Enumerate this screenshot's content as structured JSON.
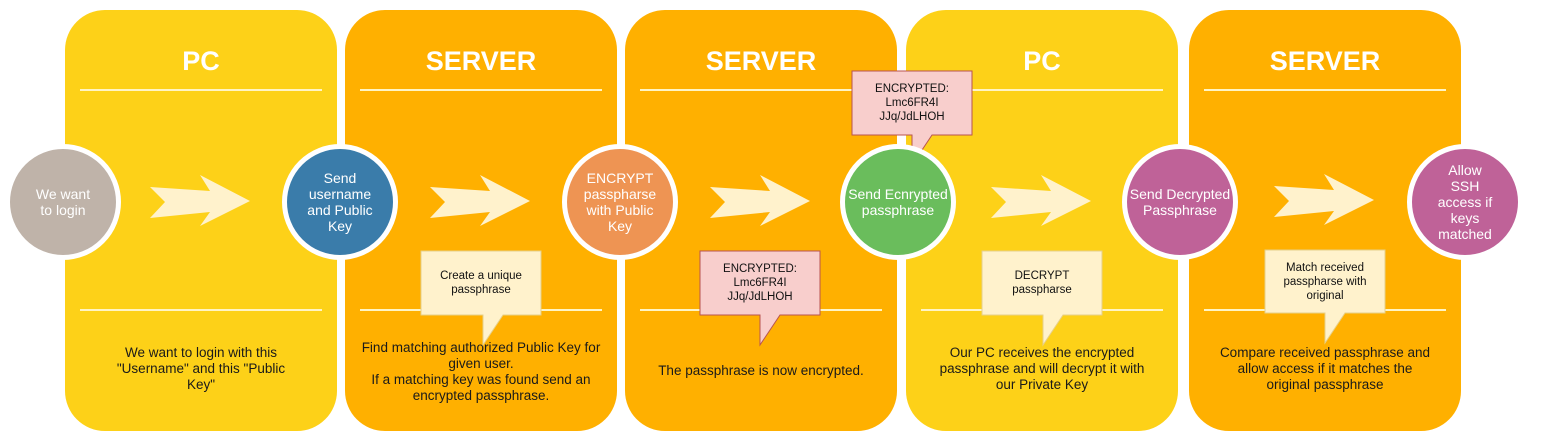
{
  "colors": {
    "pc_panel": "#FDD118",
    "server_panel": "#FFB000",
    "callout_note": "#FFF2CC",
    "callout_encrypted": "#F8CECC",
    "arrow": "#FFF2CC"
  },
  "panels": [
    {
      "title": "PC",
      "description": "We want to login with this \"Username\" and this \"Public Key\""
    },
    {
      "title": "SERVER",
      "description": "Find matching authorized Public Key for given user.\nIf a matching key was found send an encrypted passphrase."
    },
    {
      "title": "SERVER",
      "description": "The passphrase is now encrypted."
    },
    {
      "title": "PC",
      "description": "Our PC receives the encrypted passphrase and will decrypt it with our Private Key"
    },
    {
      "title": "SERVER",
      "description": "Compare received passphrase and allow access if it matches the original passphrase"
    }
  ],
  "steps": [
    {
      "label": "We want to login",
      "color": "#BFB3A9"
    },
    {
      "label": "Send username and Public Key",
      "color": "#3A7CAA"
    },
    {
      "label": "ENCRYPT passpharse with Public Key",
      "color": "#EE9453"
    },
    {
      "label": "Send Ecnrypted passphrase",
      "color": "#6ABD5C"
    },
    {
      "label": "Send Decrypted Passphrase",
      "color": "#BF6298"
    },
    {
      "label": "Allow SSH access if keys matched",
      "color": "#BF6298"
    }
  ],
  "callouts": [
    {
      "text": "Create a unique passphrase",
      "type": "note"
    },
    {
      "text": "ENCRYPTED:\nLmc6FR4I\nJJq/JdLHOH",
      "type": "encrypted"
    },
    {
      "text": "ENCRYPTED:\nLmc6FR4I\nJJq/JdLHOH",
      "type": "encrypted"
    },
    {
      "text": "DECRYPT passpharse",
      "type": "note"
    },
    {
      "text": "Match received passpharse with original",
      "type": "note"
    }
  ]
}
